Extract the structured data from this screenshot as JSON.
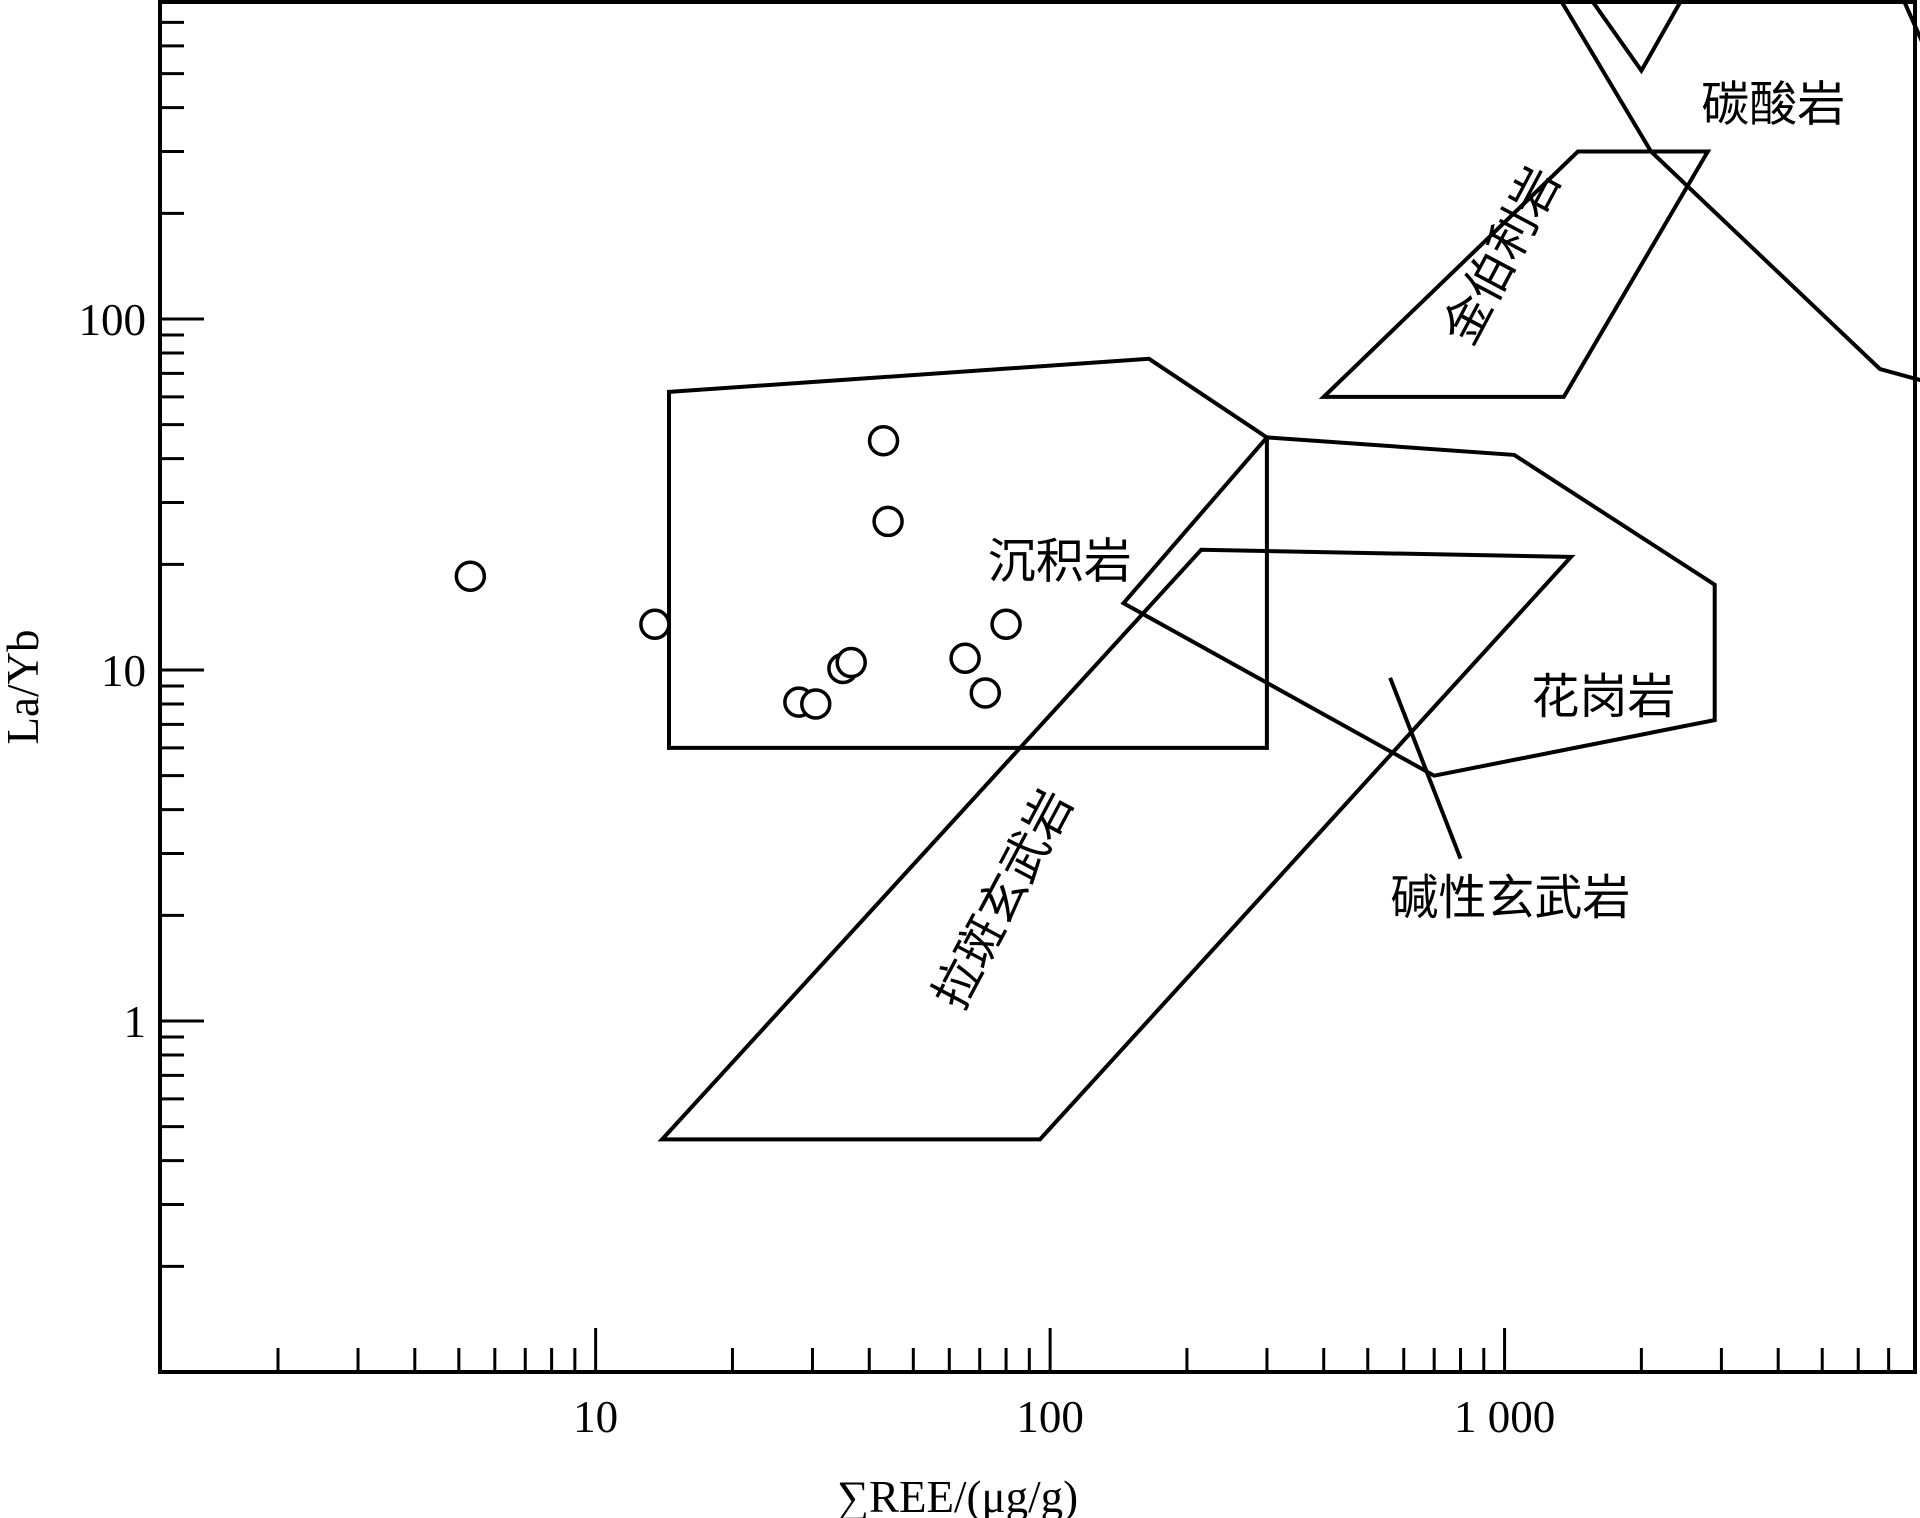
{
  "chart_data": {
    "type": "scatter",
    "xlabel": "∑REE/(μg/g)",
    "ylabel": "La/Yb",
    "xscale": "log",
    "yscale": "log",
    "xlim": [
      1.1,
      8000
    ],
    "ylim": [
      0.1,
      800
    ],
    "xticklabels": [
      {
        "value": 10,
        "label": "10"
      },
      {
        "value": 100,
        "label": "100"
      },
      {
        "value": 1000,
        "label": "1 000"
      }
    ],
    "yticklabels": [
      {
        "value": 1,
        "label": "1"
      },
      {
        "value": 10,
        "label": "10"
      },
      {
        "value": 100,
        "label": "100"
      }
    ],
    "points": [
      {
        "x": 5.3,
        "y": 18.5
      },
      {
        "x": 13.5,
        "y": 13.5
      },
      {
        "x": 43,
        "y": 45
      },
      {
        "x": 44,
        "y": 26.5
      },
      {
        "x": 80,
        "y": 13.5
      },
      {
        "x": 65,
        "y": 10.8
      },
      {
        "x": 72,
        "y": 8.6
      },
      {
        "x": 35,
        "y": 10.1
      },
      {
        "x": 36.5,
        "y": 10.5
      },
      {
        "x": 28,
        "y": 8.1
      },
      {
        "x": 30.5,
        "y": 8.0
      }
    ],
    "regions": [
      {
        "name": "碳酸岩",
        "label_at": [
          3900,
          400
        ],
        "polygon": [
          [
            2100,
            300
          ],
          [
            6700,
            72
          ],
          [
            10700,
            61
          ],
          [
            11000,
            270
          ],
          [
            6600,
            1200
          ],
          [
            3300,
            1600
          ],
          [
            2000,
            510
          ],
          [
            1200,
            1300
          ],
          [
            1000,
            1500
          ]
        ]
      },
      {
        "name": "金伯利岩",
        "label_at": [
          1000,
          150
        ],
        "label_rotate": -62,
        "polygon": [
          [
            1450,
            300
          ],
          [
            2800,
            300
          ],
          [
            1350,
            60
          ],
          [
            400,
            60
          ]
        ]
      },
      {
        "name": "沉积岩",
        "label_at": [
          105,
          20
        ],
        "polygon": [
          [
            14.5,
            62
          ],
          [
            165,
            77
          ],
          [
            300,
            46
          ],
          [
            300,
            6
          ],
          [
            14.5,
            6
          ]
        ]
      },
      {
        "name": "花岗岩",
        "label_at": [
          1650,
          8.2
        ],
        "polygon": [
          [
            300,
            46
          ],
          [
            1050,
            41
          ],
          [
            2900,
            17.5
          ],
          [
            2900,
            7.2
          ],
          [
            700,
            5
          ],
          [
            145,
            15.5
          ]
        ]
      },
      {
        "name": "拉斑玄武岩",
        "label_at": [
          80,
          2.2
        ],
        "label_rotate": -62,
        "polygon": [
          [
            215,
            22
          ],
          [
            1400,
            21
          ],
          [
            95,
            0.46
          ],
          [
            14,
            0.46
          ]
        ]
      }
    ],
    "annotations": [
      {
        "text": "碱性玄武岩",
        "leader_from": [
          560,
          9.5
        ],
        "leader_to": [
          800,
          2.9
        ],
        "label_at": [
          1030,
          2.2
        ]
      }
    ]
  }
}
